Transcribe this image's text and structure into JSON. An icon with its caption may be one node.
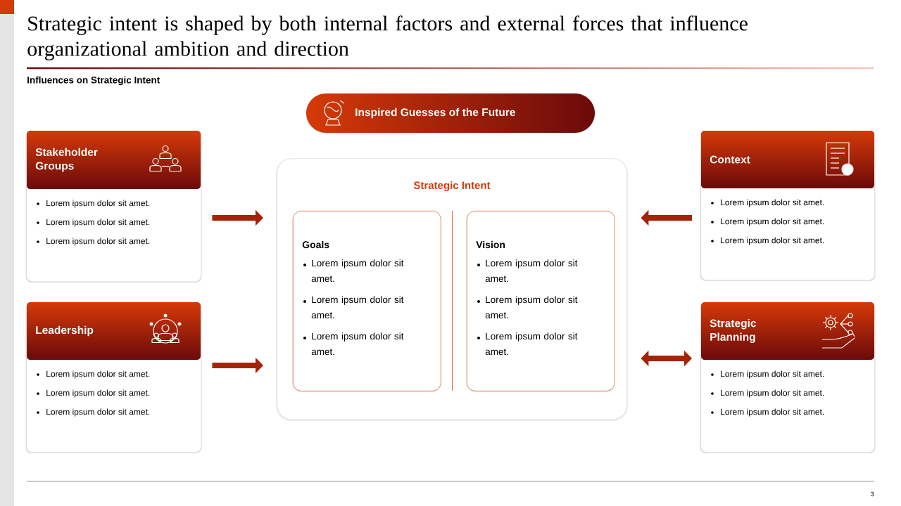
{
  "diagram": {
    "title": "Strategic intent is shaped by both internal factors and external forces that influence organizational ambition and direction",
    "nodes": [
      {
        "text": [
          "Inspired Guesses of the Future"
        ]
      },
      {
        "text": [
          "Stakeholder Groups",
          "Lorem ipsum dolor sit amet.",
          "Lorem ipsum dolor sit amet.",
          "Lorem ipsum dolor sit amet."
        ]
      },
      {
        "text": [
          "Leadership",
          "Lorem ipsum dolor sit amet.",
          "Lorem ipsum dolor sit amet.",
          "Lorem ipsum dolor sit amet."
        ]
      },
      {
        "text": [
          "Strategic Intent"
        ]
      },
      {
        "text": [
          "Goals",
          "Lorem ipsum dolor sit amet.",
          "Lorem ipsum dolor sit amet.",
          "Lorem ipsum dolor sit amet."
        ],
        "in": 3
      },
      {
        "text": [
          "Vision",
          "Lorem ipsum dolor sit amet.",
          "Lorem ipsum dolor sit amet.",
          "Lorem ipsum dolor sit amet."
        ],
        "in": 3
      },
      {
        "text": [
          "Context",
          "Lorem ipsum dolor sit amet.",
          "Lorem ipsum dolor sit amet.",
          "Lorem ipsum dolor sit amet."
        ]
      },
      {
        "text": [
          "Strategic Planning",
          "Lorem ipsum dolor sit amet.",
          "Lorem ipsum dolor sit amet.",
          "Lorem ipsum dolor sit amet."
        ]
      }
    ],
    "edges": [
      {
        "from": 1,
        "to": 3,
        "arrow": "to"
      },
      {
        "from": 2,
        "to": 3,
        "arrow": "to"
      },
      {
        "from": 6,
        "to": 3,
        "arrow": "to"
      },
      {
        "from": 7,
        "to": 3,
        "arrow": "both"
      }
    ],
    "labels": [
      "Influences on Strategic Intent",
      "3"
    ]
  }
}
